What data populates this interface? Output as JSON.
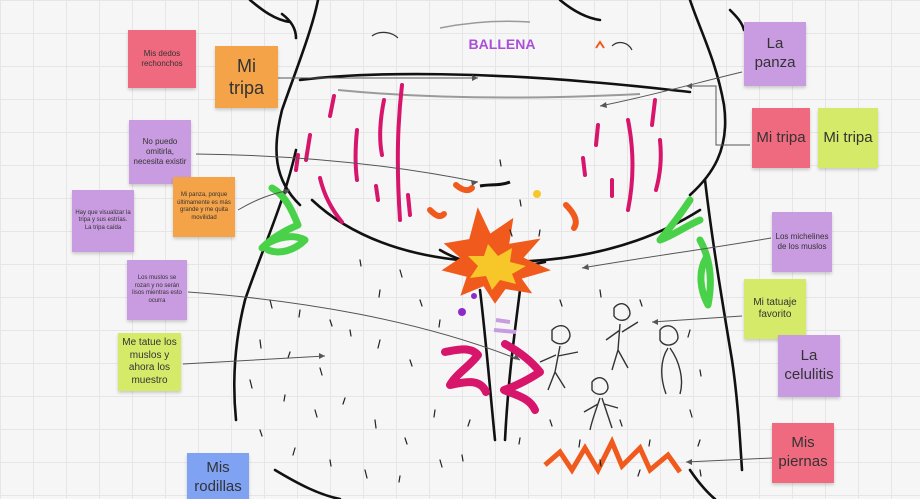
{
  "title": "BALLENA",
  "notes": {
    "dedos": "Mis dedos rechonchos",
    "tripa_left": "Mi tripa",
    "panza": "La panza",
    "tripa_red": "Mi tripa",
    "tripa_lime": "Mi tripa",
    "no_puedo": "No puedo omitirla, necesita existir",
    "mi_panza": "Mi panza, porque últimamente es más grande y me quita movilidad",
    "hay_que": "Hay que visualizar la tripa y sus estrías. La tripa caída",
    "muslos_rozan": "Los muslos se rozan y no serán lisos mientras esto ocurra",
    "me_tatue": "Me tatue los muslos y ahora los muestro",
    "michelines": "Los michelines de los muslos",
    "tatuaje": "Mi tatuaje favorito",
    "celulitis": "La celulitis",
    "piernas": "Mis piernas",
    "rodillas": "Mis rodillas"
  },
  "colors": {
    "title": "#a94fd8",
    "red_note": "#ef6a7f",
    "orange_note": "#f4a348",
    "purple_note": "#c99be0",
    "lime_note": "#d6ea6a",
    "blue_note": "#7fa2f3",
    "magenta_stroke": "#d6156b",
    "green_stroke": "#4ad14a",
    "orange_stroke": "#f05a1c",
    "yellow_fill": "#f7c72a"
  }
}
